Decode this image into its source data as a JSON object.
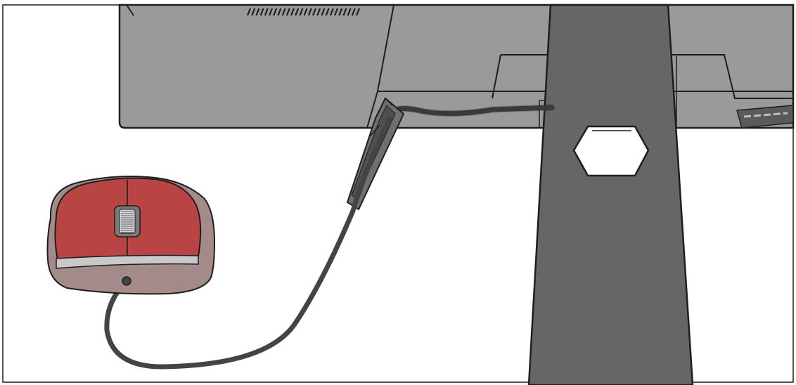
{
  "illustration": {
    "subject": "mouse-cable-through-stand-hook",
    "colors": {
      "background": "#ffffff",
      "frame": "#1a1a1a",
      "monitor_body": "#9a9a9a",
      "monitor_panel": "#8e8e8e",
      "stand": "#666666",
      "stand_outline": "#1e1e1e",
      "cable": "#444444",
      "mouse_buttons": "#b84444",
      "mouse_body": "#a58a8a",
      "mouse_band": "#c9c9c9",
      "hook_dark": "#4f4f4f",
      "hook_light": "#8a8a8a"
    },
    "icons": [
      "monitor-back",
      "monitor-stand",
      "cable-hook",
      "usb-mouse",
      "mouse-cable",
      "vent-grille",
      "hex-cutout"
    ]
  }
}
